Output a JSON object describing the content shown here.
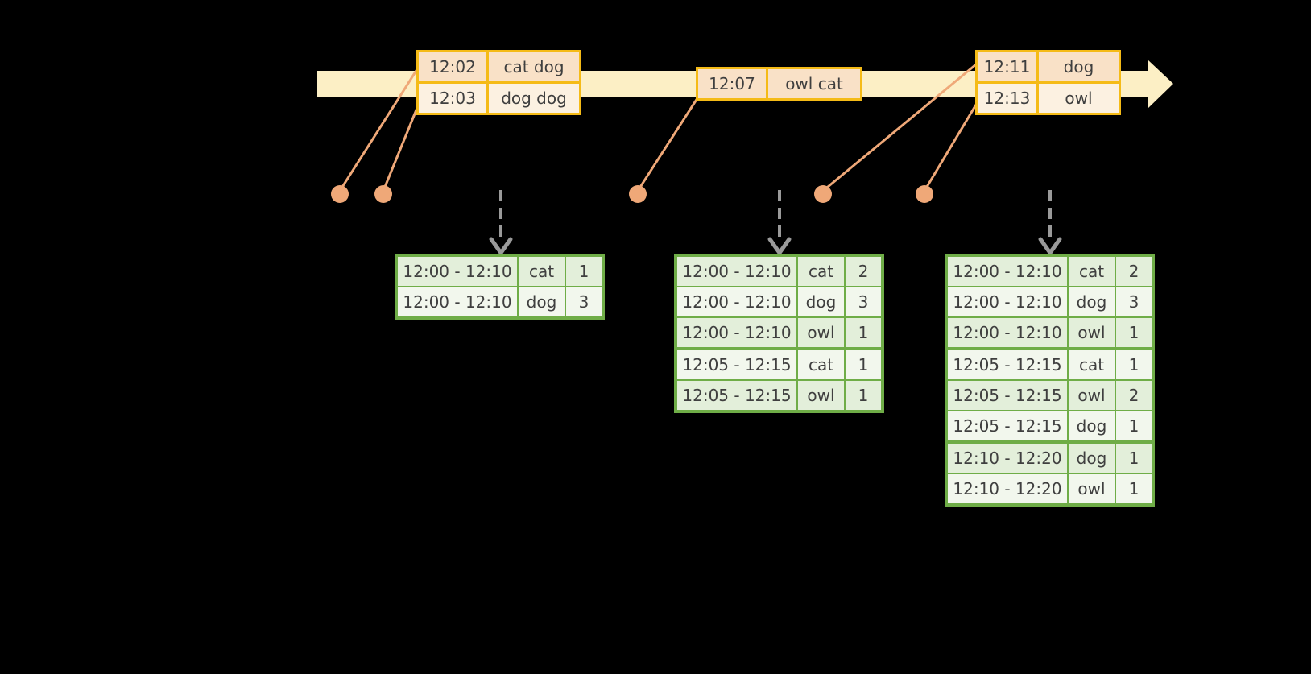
{
  "colors": {
    "background": "#000000",
    "timeline_fill": "#fcefc5",
    "event_border": "#f5bb17",
    "event_row_dark": "#f9e1c7",
    "event_row_light": "#fcf1e1",
    "connector": "#efa878",
    "dashed_arrow": "#9a9a9a",
    "result_border": "#6fad47",
    "result_row_dark": "#e3efda",
    "result_row_light": "#f2f7ed",
    "text": "#3f3f3f"
  },
  "timeline": {
    "shape": "right-arrow-band"
  },
  "event_tables": [
    {
      "rows": [
        [
          "12:02",
          "cat dog"
        ],
        [
          "12:03",
          "dog dog"
        ]
      ]
    },
    {
      "rows": [
        [
          "12:07",
          "owl cat"
        ]
      ]
    },
    {
      "rows": [
        [
          "12:11",
          "dog"
        ],
        [
          "12:13",
          "owl"
        ]
      ]
    }
  ],
  "result_tables": [
    {
      "rows": [
        [
          "12:00 - 12:10",
          "cat",
          "1"
        ],
        [
          "12:00 - 12:10",
          "dog",
          "3"
        ]
      ]
    },
    {
      "rows": [
        [
          "12:00 - 12:10",
          "cat",
          "2"
        ],
        [
          "12:00 - 12:10",
          "dog",
          "3"
        ],
        [
          "12:00 - 12:10",
          "owl",
          "1"
        ],
        [
          "12:05 - 12:15",
          "cat",
          "1"
        ],
        [
          "12:05 - 12:15",
          "owl",
          "1"
        ]
      ]
    },
    {
      "rows": [
        [
          "12:00 - 12:10",
          "cat",
          "2"
        ],
        [
          "12:00 - 12:10",
          "dog",
          "3"
        ],
        [
          "12:00 - 12:10",
          "owl",
          "1"
        ],
        [
          "12:05 - 12:15",
          "cat",
          "1"
        ],
        [
          "12:05 - 12:15",
          "owl",
          "2"
        ],
        [
          "12:05 - 12:15",
          "dog",
          "1"
        ],
        [
          "12:10 - 12:20",
          "dog",
          "1"
        ],
        [
          "12:10 - 12:20",
          "owl",
          "1"
        ]
      ]
    }
  ]
}
